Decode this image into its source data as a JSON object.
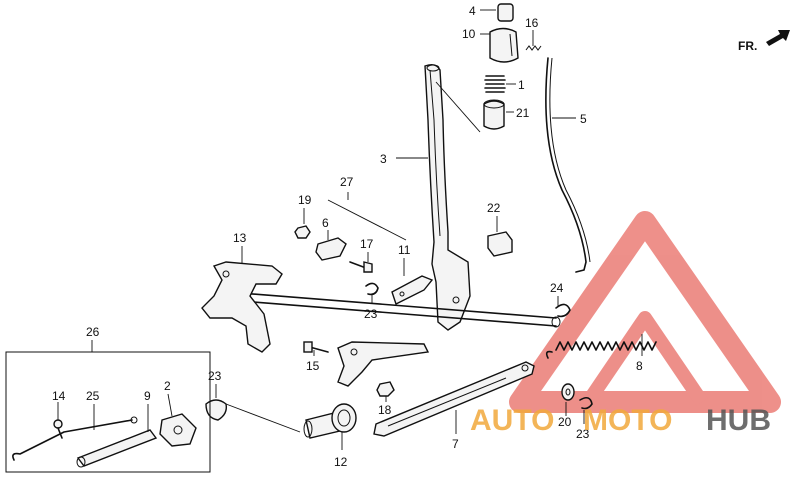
{
  "callouts": {
    "c1": "1",
    "c2": "2",
    "c3": "3",
    "c4": "4",
    "c5": "5",
    "c6": "6",
    "c7": "7",
    "c8": "8",
    "c9": "9",
    "c10": "10",
    "c11": "11",
    "c12": "12",
    "c13": "13",
    "c14": "14",
    "c15": "15",
    "c16": "16",
    "c17": "17",
    "c18": "18",
    "c19": "19",
    "c20": "20",
    "c21": "21",
    "c22": "22",
    "c23a": "23",
    "c23b": "23",
    "c23c": "23",
    "c24": "24",
    "c25": "25",
    "c26": "26",
    "c27": "27"
  },
  "direction": {
    "label": "FR."
  },
  "watermark": {
    "part1": "AUTO",
    "part2": "MOTO",
    "part3": "HUB",
    "color_orange": "#f2a93b",
    "color_red": "#e0342a",
    "color_gray": "#555555"
  }
}
